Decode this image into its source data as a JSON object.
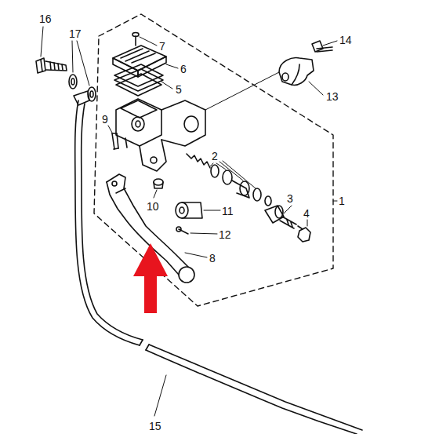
{
  "diagram": {
    "labels": [
      "16",
      "17",
      "7",
      "14",
      "6",
      "5",
      "13",
      "9",
      "2",
      "1",
      "3",
      "10",
      "11",
      "4",
      "12",
      "8",
      "15"
    ]
  }
}
